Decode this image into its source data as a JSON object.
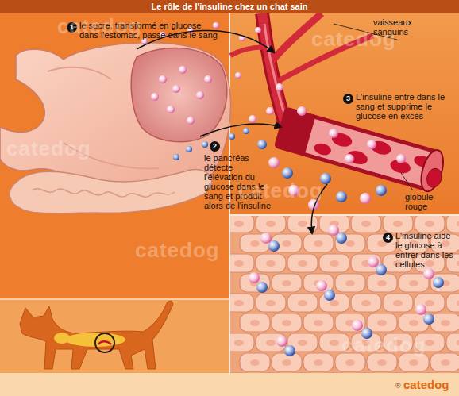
{
  "diagram": {
    "title": "Le rôle de l'insuline chez un chat sain",
    "nodes": [
      {
        "text": [
          "1"
        ]
      },
      {
        "text": [
          "2"
        ]
      },
      {
        "text": [
          "3"
        ]
      },
      {
        "text": [
          "4"
        ]
      }
    ],
    "labels": [
      "le sucre, transformé en glucose dans l'estomac, passe dans le sang",
      "le pancréas détecte l'élévation du glucose dans le sang et produit alors de l'insuline",
      "L'insuline entre dans le sang et supprime le glucose en excès",
      "L'insuline aide le glucose à entrer dans les cellules",
      "vaisseaux sanguins",
      "globule rouge",
      "catedog",
      "catedog",
      "catedog",
      "catedog",
      "catedog",
      "catedog",
      "®",
      "catedog"
    ]
  }
}
